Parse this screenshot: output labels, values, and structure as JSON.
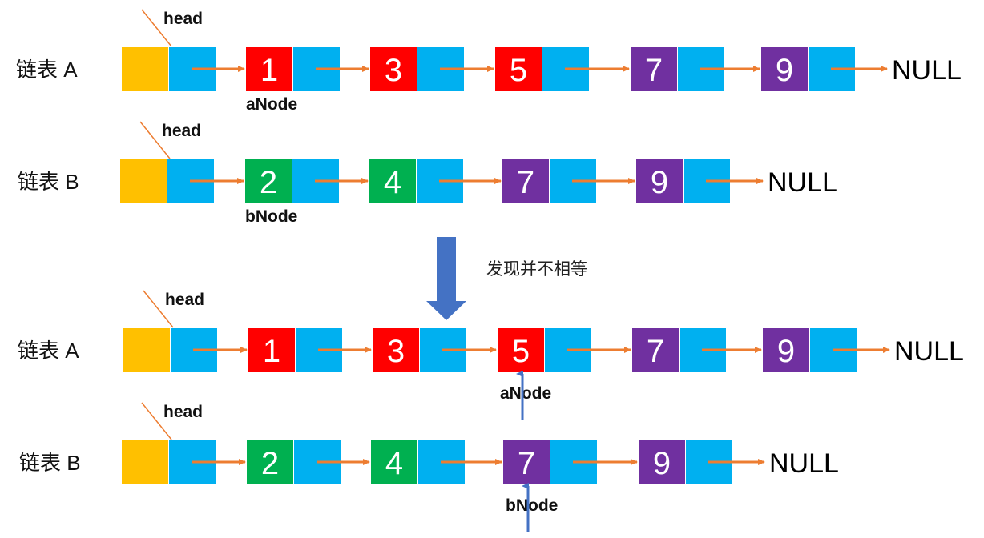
{
  "colors": {
    "head": "#FFC000",
    "next": "#00B0F0",
    "red": "#FF0000",
    "green": "#00B050",
    "purple": "#7030A0",
    "arrow": "#ED7D31",
    "pointer": "#4472C4",
    "down_arrow": "#4472C4"
  },
  "head_label": "head",
  "null_label": "NULL",
  "transition_note": "发现并不相等",
  "before": {
    "list_a": {
      "label": "链表 A",
      "nodes": [
        {
          "value": "1",
          "color": "red"
        },
        {
          "value": "3",
          "color": "red"
        },
        {
          "value": "5",
          "color": "red"
        },
        {
          "value": "7",
          "color": "purple"
        },
        {
          "value": "9",
          "color": "purple"
        }
      ],
      "pointer": {
        "label": "aNode",
        "node_index": 0
      }
    },
    "list_b": {
      "label": "链表 B",
      "nodes": [
        {
          "value": "2",
          "color": "green"
        },
        {
          "value": "4",
          "color": "green"
        },
        {
          "value": "7",
          "color": "purple"
        },
        {
          "value": "9",
          "color": "purple"
        }
      ],
      "pointer": {
        "label": "bNode",
        "node_index": 0
      }
    }
  },
  "after": {
    "list_a": {
      "label": "链表 A",
      "nodes": [
        {
          "value": "1",
          "color": "red"
        },
        {
          "value": "3",
          "color": "red"
        },
        {
          "value": "5",
          "color": "red"
        },
        {
          "value": "7",
          "color": "purple"
        },
        {
          "value": "9",
          "color": "purple"
        }
      ],
      "pointer": {
        "label": "aNode",
        "node_index": 2
      }
    },
    "list_b": {
      "label": "链表 B",
      "nodes": [
        {
          "value": "2",
          "color": "green"
        },
        {
          "value": "4",
          "color": "green"
        },
        {
          "value": "7",
          "color": "purple"
        },
        {
          "value": "9",
          "color": "purple"
        }
      ],
      "pointer": {
        "label": "bNode",
        "node_index": 2
      }
    }
  }
}
